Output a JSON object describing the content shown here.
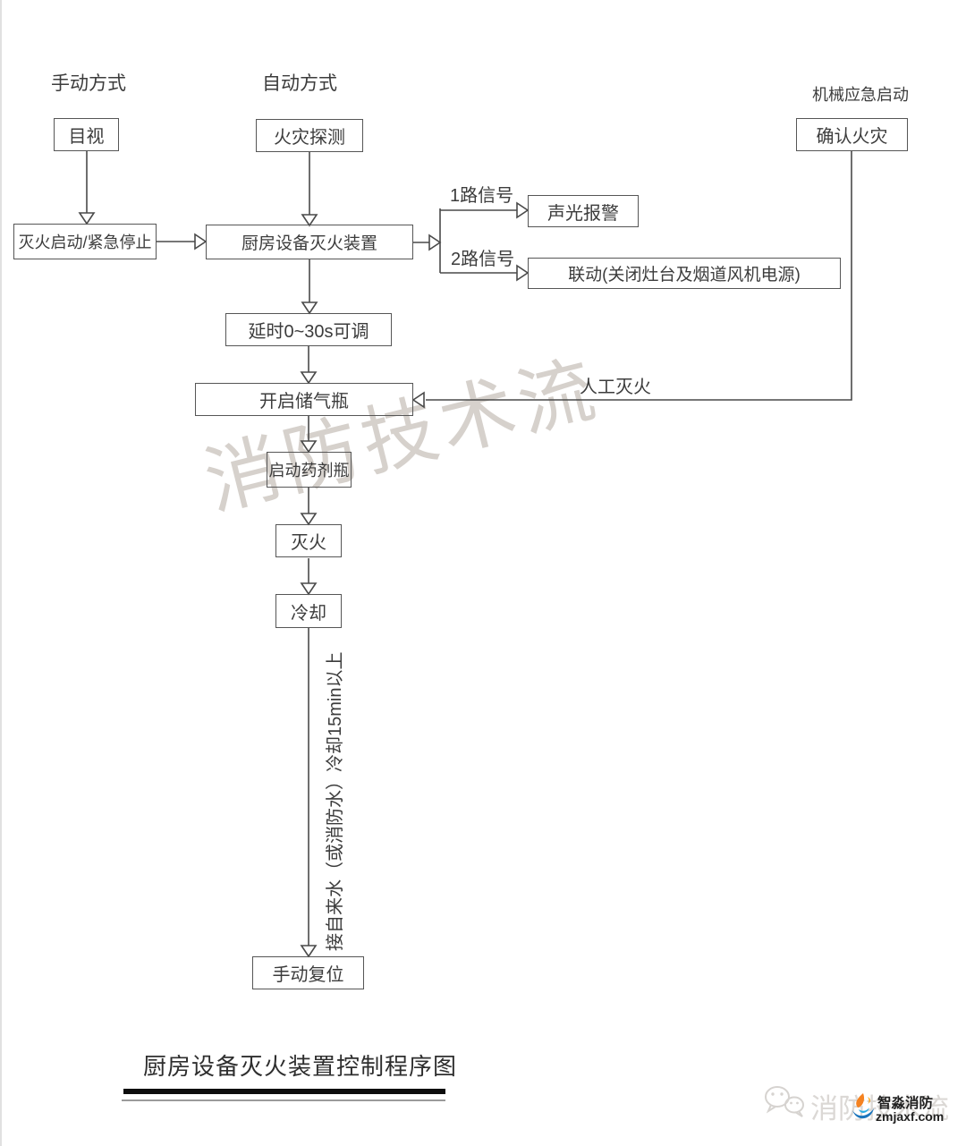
{
  "labels": {
    "manual_mode": "手动方式",
    "auto_mode": "自动方式",
    "mechanical_emergency": "机械应急启动",
    "signal_1": "1路信号",
    "signal_2": "2路信号",
    "manual_firefighting": "人工灭火"
  },
  "nodes": {
    "visual_check": "目视",
    "fire_detection": "火灾探测",
    "confirm_fire": "确认火灾",
    "extinguish_start_stop": "灭火启动/紧急停止",
    "kitchen_equipment_device": "厨房设备灭火装置",
    "sound_light_alarm": "声光报警",
    "linkage": "联动(关闭灶台及烟道风机电源)",
    "delay_adjustable": "延时0~30s可调",
    "open_gas_cylinder": "开启储气瓶",
    "start_agent_bottle": "启动药剂瓶",
    "extinguish": "灭火",
    "cooling": "冷却",
    "manual_reset": "手动复位"
  },
  "annotations": {
    "cooling_note": "接自来水（或消防水）冷却15min以上"
  },
  "title": "厨房设备灭火装置控制程序图",
  "watermark": "消防技术流",
  "footer": {
    "wechat_watermark": "消防技术流",
    "brand_name": "智淼消防",
    "brand_site": "zmjaxf.com"
  },
  "icons": {
    "wechat": "wechat-icon",
    "brand_logo": "zmjaxf-logo-icon"
  },
  "colors": {
    "line": "#565656",
    "watermark": "#cfc9c4",
    "brand_orange": "#f58220",
    "brand_blue": "#1b75bc"
  }
}
